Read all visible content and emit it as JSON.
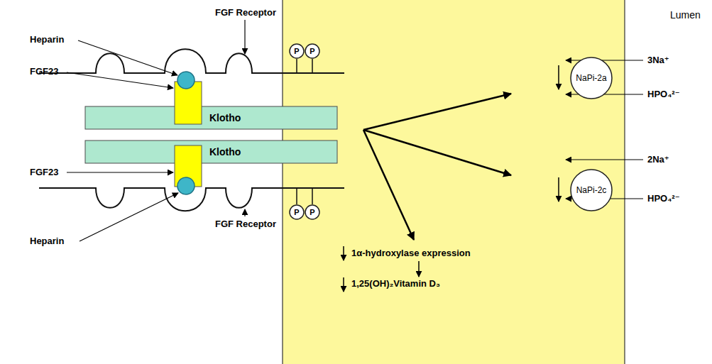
{
  "diagram": {
    "nodes": [
      {
        "text": [
          "Klotho"
        ]
      },
      {
        "text": [
          "Klotho"
        ]
      },
      {
        "text": [
          "1α-hydroxylase expression",
          "1,25(OH)₂Vitamin D₃"
        ]
      },
      {
        "text": [
          "P"
        ],
        "in": 2
      },
      {
        "text": [
          "P"
        ],
        "in": 2
      },
      {
        "text": [
          "NaPi-2a"
        ],
        "in": 2
      },
      {
        "text": [
          "NaPi-2c"
        ],
        "in": 2
      },
      {
        "text": [
          "P"
        ],
        "in": 2
      },
      {
        "text": [
          "P"
        ],
        "in": 2
      }
    ],
    "labels": [
      "Lumen",
      "FGF Receptor",
      "Heparin",
      "FGF23",
      "FGF23",
      "FGF Receptor",
      "Heparin",
      "3Na⁺",
      "HPO₄²⁻",
      "2Na⁺",
      "HPO₄²⁻"
    ]
  }
}
